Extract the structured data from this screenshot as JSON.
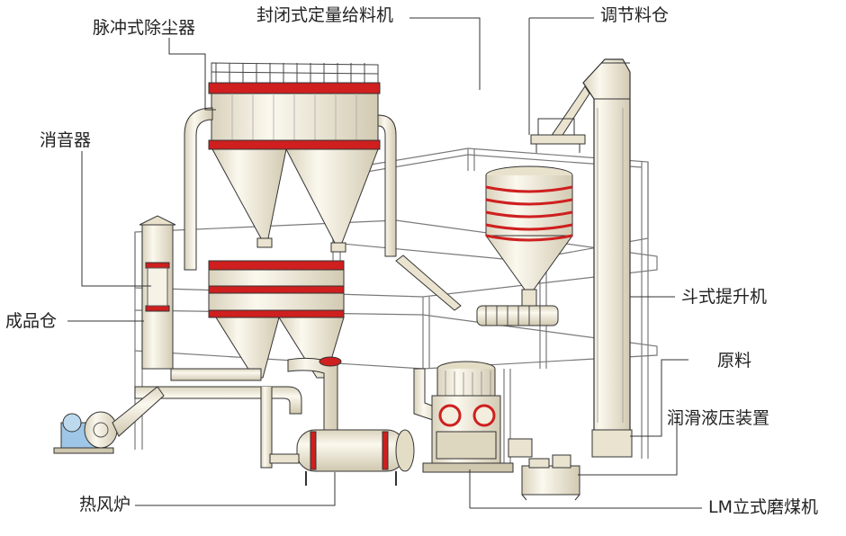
{
  "labels": {
    "dust_collector": "脉冲式除尘器",
    "feeder": "封闭式定量给料机",
    "regulating_bin": "调节料仓",
    "silencer": "消音器",
    "product_bin": "成品仓",
    "bucket_elevator": "斗式提升机",
    "raw_material": "原料",
    "lube_hydraulic": "润滑液压装置",
    "hot_air_furnace": "热风炉",
    "lm_coal_mill": "LM立式磨煤机"
  },
  "colors": {
    "body": "#f5f1e3",
    "body_dark": "#e4ddc6",
    "band": "#cf1f1f",
    "line": "#333333",
    "frame": "#777777",
    "motor": "#9ec6e6"
  }
}
